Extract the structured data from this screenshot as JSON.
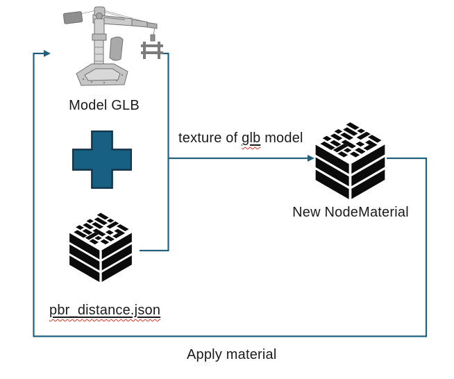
{
  "colors": {
    "connector": "#20607f",
    "plus_fill": "#176083",
    "plus_stroke": "#153349",
    "icon_black": "#0b0b0b",
    "squiggle": "#d93025",
    "text": "#1a1a1a"
  },
  "nodes": {
    "model_glb": {
      "label": "Model GLB",
      "icon": "crane-3d-model-icon"
    },
    "pbr_json": {
      "label": "pbr_distance.json",
      "icon": "material-cube-icon"
    },
    "new_material": {
      "label": "New NodeMaterial",
      "icon": "material-cube-icon"
    }
  },
  "operator": {
    "icon": "plus-icon"
  },
  "edges": {
    "texture_label": {
      "prefix": "texture of ",
      "misspelled": "glb",
      "suffix": " model"
    },
    "apply_label": "Apply material"
  }
}
